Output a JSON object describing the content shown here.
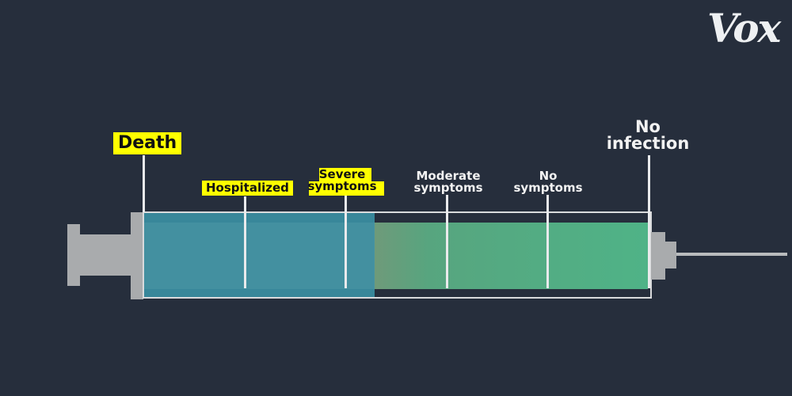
{
  "brand": {
    "logo_text": "Vox"
  },
  "scale_labels": [
    {
      "text": "Death",
      "highlighted": true
    },
    {
      "text": "Hospitalized",
      "highlighted": true
    },
    {
      "text": "Severe\nsymptoms",
      "highlighted": true
    },
    {
      "text": "Moderate\nsymptoms",
      "highlighted": false
    },
    {
      "text": "No\nsymptoms",
      "highlighted": false
    },
    {
      "text": "No\ninfection",
      "highlighted": false
    }
  ],
  "colors": {
    "background": "#262e3c",
    "highlight": "#ffff00",
    "blue_fill": "#3a8fa3",
    "green_fill": "#4fae86",
    "syringe_gray": "#a9abad"
  }
}
